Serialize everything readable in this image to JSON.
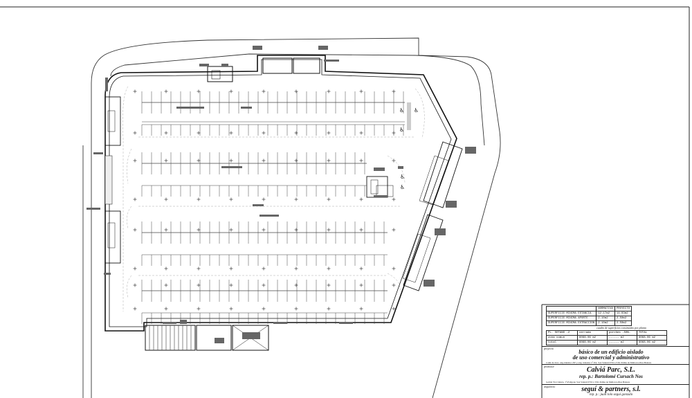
{
  "colors": {
    "line": "#1a1a1a",
    "hatch": "#9a9a9a",
    "paper": "#ffffff"
  },
  "title_block": {
    "surface_table": {
      "headers": [
        "NORMATIVA",
        "PROYECTO"
      ],
      "rows": [
        {
          "label": "SUPERFICIE MINIMA ESTANCIA",
          "normativa": "12.17m2",
          "proyecto": "14.83m2"
        },
        {
          "label": "SUPERFICIE MINIMA APORTE",
          "normativa": "2.10m2",
          "proyecto": "2.50m2"
        },
        {
          "label": "SUPERFICIE MINIMA EXTRACCION",
          "normativa": "2.10m2",
          "proyecto": "2.50m2"
        }
      ]
    },
    "area_heading": "cuadro de superficies construidas por planta",
    "area_table": {
      "headers": [
        "PL. SOTANO -2",
        "cerrada",
        "porches -50%-",
        "TOTAL"
      ],
      "rows": [
        {
          "label": "zona comun",
          "cerrada": "6068.06 m2",
          "porches": "------ m2",
          "total": "6068.06 m2"
        },
        {
          "label": "total",
          "cerrada": "6068.06 m2",
          "porches": "------ m2",
          "total": "6068.06 m2"
        }
      ]
    },
    "project_label": "proyecto",
    "project_title_1": "básico de un edificio aislado",
    "project_title_2": "de uso comercial y administrativo",
    "address_1": "Camí de Jonc, ang.tránsitor 267 y ang. tránsitor 2º Pol. Son Valentí  07011-T.M. Palma de Mallorca-Illes Balears",
    "promoter_label": "promotor",
    "client_name": "Calviá Parc, S.L.",
    "client_rep": "rep. p.: Bartolomé Cursach Nos",
    "address_2": "Gelida Via Cintura, 1ª-Polígono Son Valentí  07011-T.M. Palma de Mallorca-Illes Balears",
    "architect_label": "arquitecto",
    "architect_name": "seguí & partners, s.l.",
    "architect_rep": "rep. p.: juan tolo seguí gonzalo"
  }
}
